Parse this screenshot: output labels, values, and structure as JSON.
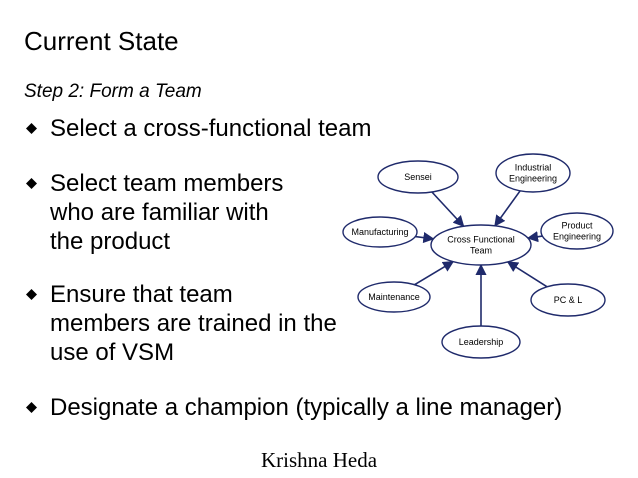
{
  "slide": {
    "title": "Current State",
    "subtitle": "Step 2:  Form a Team",
    "bullets": [
      "Select a cross-functional team",
      "Select team members\nwho are familiar with\nthe product",
      "Ensure that team\nmembers are trained in the\nuse of VSM",
      "Designate a champion (typically a line manager)"
    ],
    "footer": "Krishna Heda"
  },
  "diagram": {
    "center": [
      "Cross Functional",
      "Team"
    ],
    "nodes": {
      "sensei": [
        "Sensei"
      ],
      "industrial": [
        "Industrial",
        "Engineering"
      ],
      "manufacturing": [
        "Manufacturing"
      ],
      "product": [
        "Product",
        "Engineering"
      ],
      "maintenance": [
        "Maintenance"
      ],
      "pcl": [
        "PC & L"
      ],
      "leadership": [
        "Leadership"
      ]
    },
    "colors": {
      "node_fill": "#ffffff",
      "stroke": "#1f2a6b",
      "arrow": "#1f2a6b"
    }
  }
}
